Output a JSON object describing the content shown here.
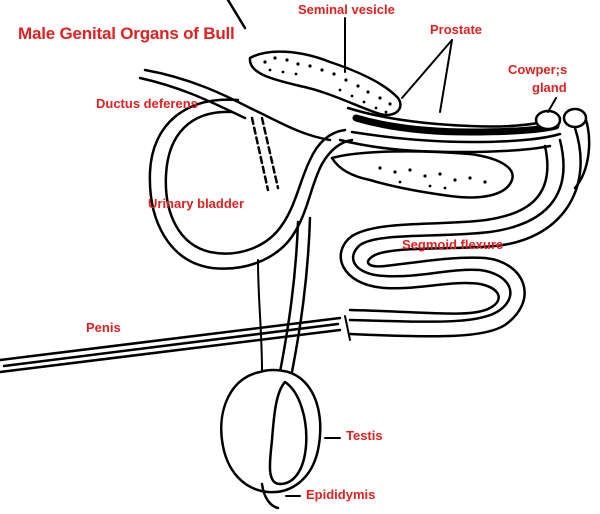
{
  "title": "Male Genital Organs of Bull",
  "labels": {
    "seminal_vesicle": "Seminal vesicle",
    "prostate": "Prostate",
    "cowpers_gland_line1": "Cowper;s",
    "cowpers_gland_line2": "gland",
    "ductus_deferens": "Ductus deferens",
    "urinary_bladder": "Urinary bladder",
    "sigmoid_flexure": "Segmoid flexure",
    "penis": "Penis",
    "testis": "Testis",
    "epididymis": "Epididymis"
  },
  "colors": {
    "label": "#e32020",
    "line": "#000000",
    "background": "#ffffff"
  }
}
